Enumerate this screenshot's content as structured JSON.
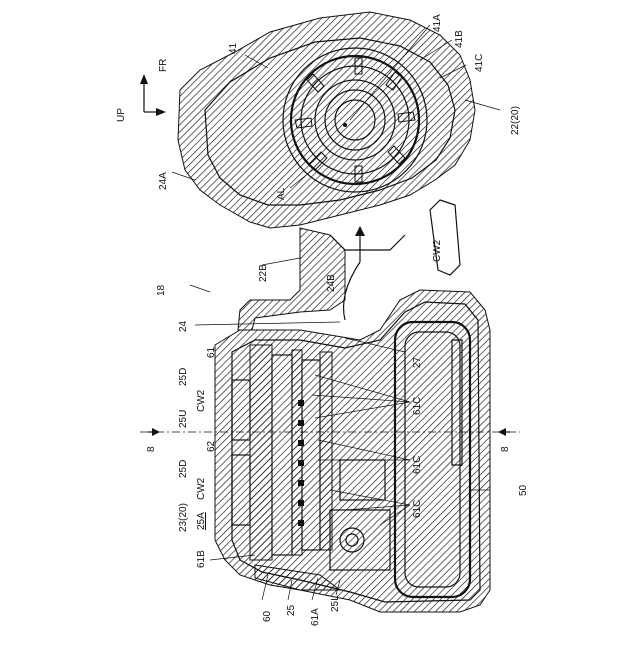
{
  "labels": {
    "fr": "FR",
    "up": "UP",
    "l41": "41",
    "l41A": "41A",
    "l41B": "41B",
    "l41C": "41C",
    "l22_20": "22(20)",
    "l24A": "24A",
    "lAL": "AL",
    "lCW2_top": "CW2",
    "l22B": "22B",
    "l24B": "24B",
    "l18": "18",
    "l24": "24",
    "l27": "27",
    "l61": "61",
    "l25D_a": "25D",
    "l25U": "25U",
    "lCW2_a": "CW2",
    "l61C_a": "61C",
    "l62": "62",
    "l25D_b": "25D",
    "lCW2_b": "CW2",
    "l61C_b": "61C",
    "l23_20": "23(20)",
    "l25A": "25A",
    "l61C_c": "61C",
    "l61B": "61B",
    "l60": "60",
    "l25": "25",
    "l61A": "61A",
    "l25L": "25L",
    "l50": "50",
    "l8_left": "8",
    "l8_right": "8"
  }
}
